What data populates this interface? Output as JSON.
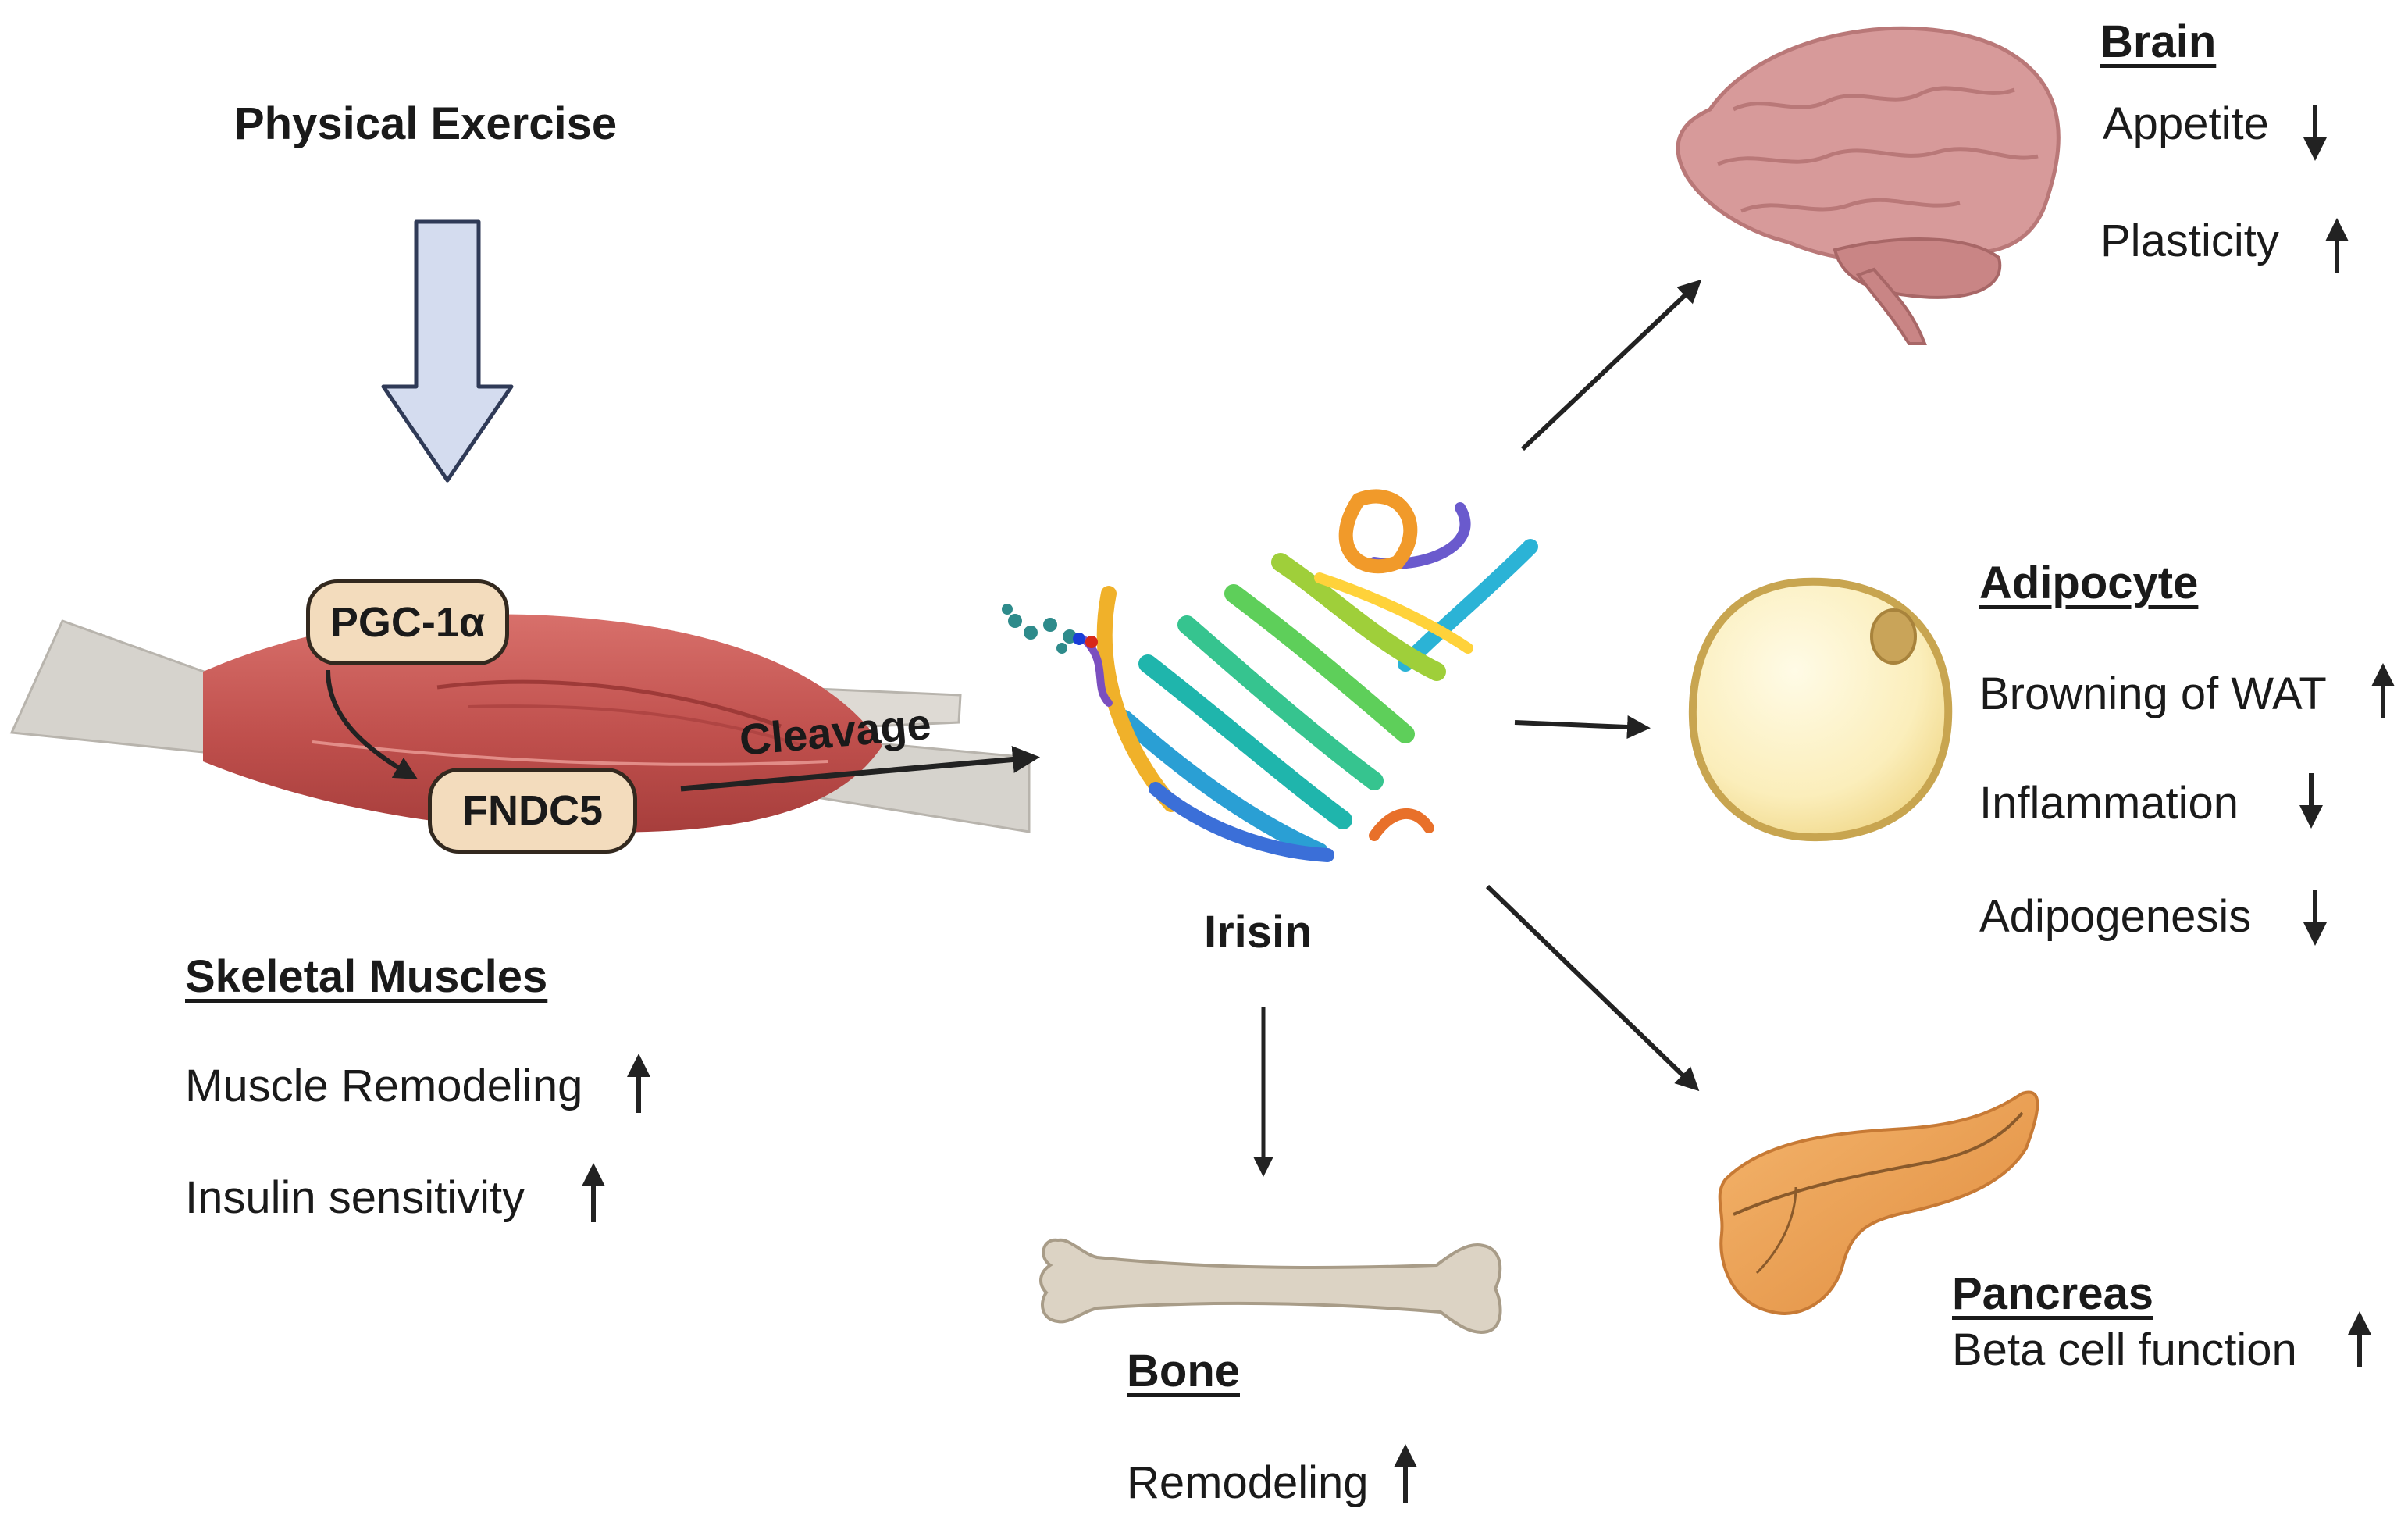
{
  "trigger": {
    "label": "Physical Exercise"
  },
  "muscle": {
    "pgc_label": "PGC-1α",
    "fndc_label": "FNDC5",
    "cleavage_label": "Cleavage",
    "heading": "Skeletal Muscles",
    "effects": [
      {
        "text": "Muscle Remodeling",
        "direction": "up"
      },
      {
        "text": "Insulin sensitivity",
        "direction": "up"
      }
    ]
  },
  "irisin": {
    "label": "Irisin"
  },
  "targets": {
    "brain": {
      "heading": "Brain",
      "effects": [
        {
          "text": "Appetite",
          "direction": "down"
        },
        {
          "text": "Plasticity",
          "direction": "up"
        }
      ]
    },
    "adipocyte": {
      "heading": "Adipocyte",
      "effects": [
        {
          "text": "Browning of WAT",
          "direction": "up"
        },
        {
          "text": "Inflammation",
          "direction": "down"
        },
        {
          "text": "Adipogenesis",
          "direction": "down"
        }
      ]
    },
    "pancreas": {
      "heading": "Pancreas",
      "effects": [
        {
          "text": "Beta cell function",
          "direction": "up"
        }
      ]
    },
    "bone": {
      "heading": "Bone",
      "effects": [
        {
          "text": "Remodeling",
          "direction": "up"
        }
      ]
    }
  },
  "colors": {
    "muscle": "#c0504d",
    "tendon": "#d6d3cd",
    "exercise_arrow_fill": "#d4dcef",
    "exercise_arrow_stroke": "#2f3a57",
    "adipocyte_fill": "#fbeebb",
    "adipocyte_stroke": "#c8a550",
    "brain": "#d79a9a",
    "pancreas": "#eda55c",
    "bone": "#dcd3c4",
    "arrows": "#222222"
  }
}
